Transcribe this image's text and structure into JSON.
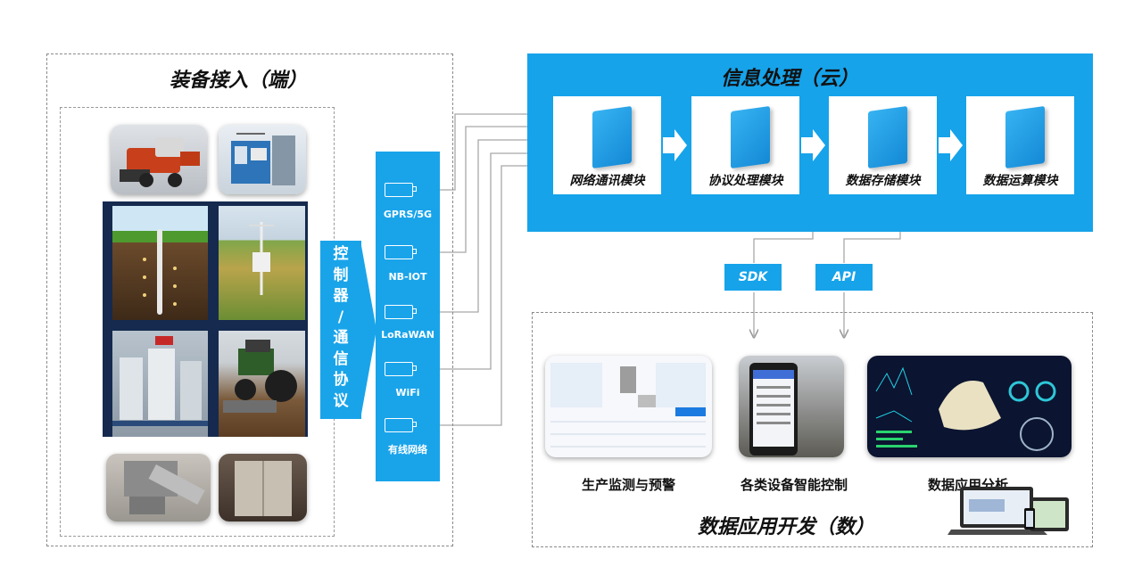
{
  "terminal": {
    "title": "装备接入（端）"
  },
  "controller": {
    "label_chars": [
      "控",
      "制",
      "器",
      "/",
      "通",
      "信",
      "协",
      "议"
    ]
  },
  "networks": [
    "GPRS/5G",
    "NB-IOT",
    "LoRaWAN",
    "WiFi",
    "有线网络"
  ],
  "cloud": {
    "title": "信息处理（云）",
    "modules": [
      "网络通讯模块",
      "协议处理模块",
      "数据存储模块",
      "数据运算模块"
    ]
  },
  "interfaces": {
    "sdk": "SDK",
    "api": "API"
  },
  "apps": {
    "title": "数据应用开发（数）",
    "items": [
      "生产监测与预警",
      "各类设备智能控制",
      "数据应用分析"
    ]
  }
}
